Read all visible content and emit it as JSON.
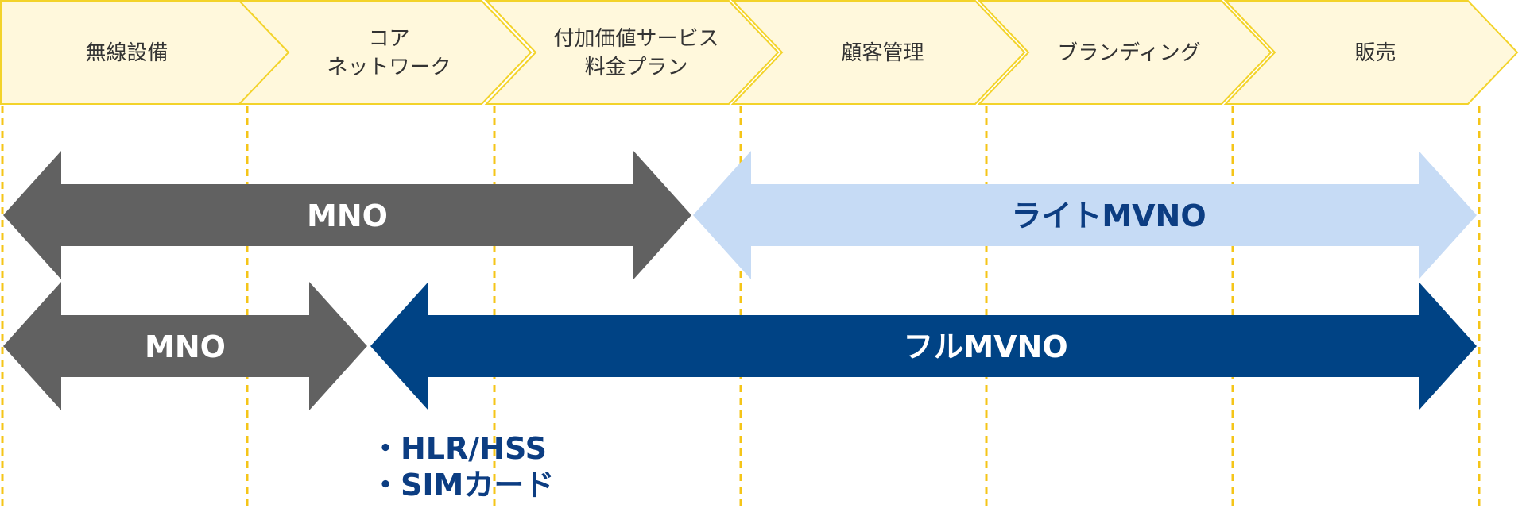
{
  "colors": {
    "step_fill": "#FFF8DC",
    "step_stroke": "#F3D32A",
    "guide_line": "#F5C518",
    "mno_fill": "#616161",
    "light_mvno_fill": "#C6DBF5",
    "full_mvno_fill": "#004385",
    "label_light": "#FFFFFF",
    "label_dark_blue": "#0C3D82"
  },
  "steps": [
    {
      "lines": [
        "無線設備"
      ]
    },
    {
      "lines": [
        "コア",
        "ネットワーク"
      ]
    },
    {
      "lines": [
        "付加価値サービス",
        "料金プラン"
      ]
    },
    {
      "lines": [
        "顧客管理"
      ]
    },
    {
      "lines": [
        "ブランディング"
      ]
    },
    {
      "lines": [
        "販売"
      ]
    }
  ],
  "bars": {
    "row1_mno": {
      "label": "MNO"
    },
    "row1_light_mvno": {
      "label": "ライトMVNO"
    },
    "row2_mno": {
      "label": "MNO"
    },
    "row2_full_mvno": {
      "label": "フルMVNO"
    }
  },
  "note": {
    "items": [
      "・HLR/HSS",
      "・SIMカード"
    ]
  }
}
